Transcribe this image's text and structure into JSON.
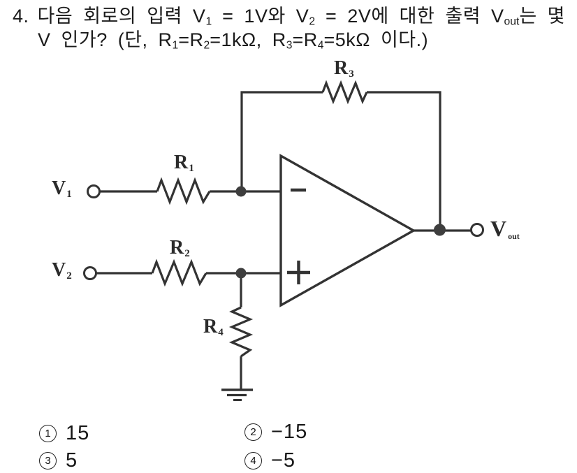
{
  "page": {
    "background": "#ffffff",
    "ink": "#1b1b1b",
    "line_color": "#333333"
  },
  "question": {
    "number": "4.",
    "line1": [
      {
        "t": "다음 회로의 입력 V"
      },
      {
        "t": "1"
      },
      {
        "t": " = 1V와 V"
      },
      {
        "t": "2"
      },
      {
        "t": " = 2V에 대한 출력 V"
      },
      {
        "t": "out"
      },
      {
        "t": "는 몇"
      }
    ],
    "line2": [
      {
        "t": "V 인가? (단, R"
      },
      {
        "t": "1"
      },
      {
        "t": "=R"
      },
      {
        "t": "2"
      },
      {
        "t": "=1kΩ, R"
      },
      {
        "t": "3"
      },
      {
        "t": "=R"
      },
      {
        "t": "4"
      },
      {
        "t": "=5kΩ 이다.)"
      }
    ]
  },
  "circuit": {
    "labels": {
      "r1": {
        "base": "R",
        "sub": "1"
      },
      "r2": {
        "base": "R",
        "sub": "2"
      },
      "r3": {
        "base": "R",
        "sub": "3"
      },
      "r4": {
        "base": "R",
        "sub": "4"
      },
      "v1": {
        "base": "V",
        "sub": "1"
      },
      "v2": {
        "base": "V",
        "sub": "2"
      },
      "vout": {
        "base": "V",
        "sub": "out"
      }
    },
    "opamp": {
      "minus": "−",
      "plus": "+"
    }
  },
  "options": [
    {
      "num": "1",
      "label": "15"
    },
    {
      "num": "2",
      "label": "−15"
    },
    {
      "num": "3",
      "label": "5"
    },
    {
      "num": "4",
      "label": "−5"
    }
  ]
}
